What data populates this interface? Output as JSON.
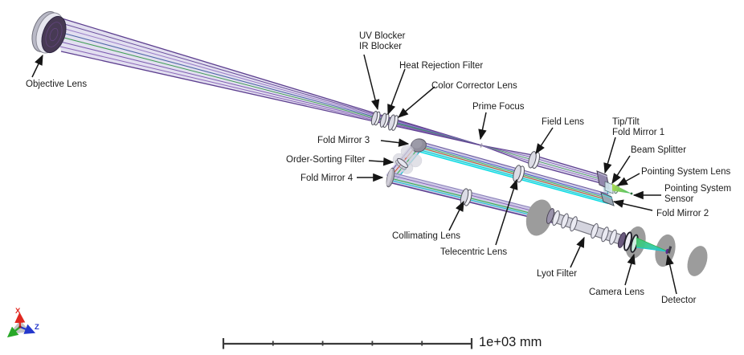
{
  "figure": {
    "type": "optical-layout-diagram",
    "background": "#ffffff",
    "labels": {
      "objective_lens": "Objective Lens",
      "uv_blocker": "UV Blocker",
      "ir_blocker": "IR Blocker",
      "heat_rejection_filter": "Heat Rejection Filter",
      "color_corrector_lens": "Color Corrector Lens",
      "prime_focus": "Prime Focus",
      "field_lens": "Field Lens",
      "tip_tilt": "Tip/Tilt",
      "fold_mirror_1": "Fold Mirror 1",
      "beam_splitter": "Beam Splitter",
      "pointing_system_lens": "Pointing System Lens",
      "pointing_system": "Pointing System",
      "sensor": "Sensor",
      "fold_mirror_2": "Fold Mirror 2",
      "fold_mirror_3": "Fold Mirror 3",
      "order_sorting_filter": "Order-Sorting Filter",
      "fold_mirror_4": "Fold Mirror 4",
      "collimating_lens": "Collimating Lens",
      "telecentric_lens": "Telecentric Lens",
      "lyot_filter": "Lyot Filter",
      "camera_lens": "Camera Lens",
      "detector": "Detector"
    },
    "scale_bar": {
      "label": "1e+03 mm",
      "divisions": 5
    },
    "axis_triad": {
      "x_label": "X",
      "z_label": "Z",
      "x_color": "#e02820",
      "y_color": "#28a828",
      "z_color": "#2438cc"
    },
    "colors": {
      "beam_violet_edge": "#5d3f8f",
      "beam_lavender": "#cbc4e4",
      "beam_cyan": "#18c8d4",
      "beam_green": "#2fb54a",
      "beam_red": "#d4502a",
      "component_silver": "#e6e6ee",
      "component_gray": "#9c9c9c",
      "annotation": "#151515"
    }
  }
}
